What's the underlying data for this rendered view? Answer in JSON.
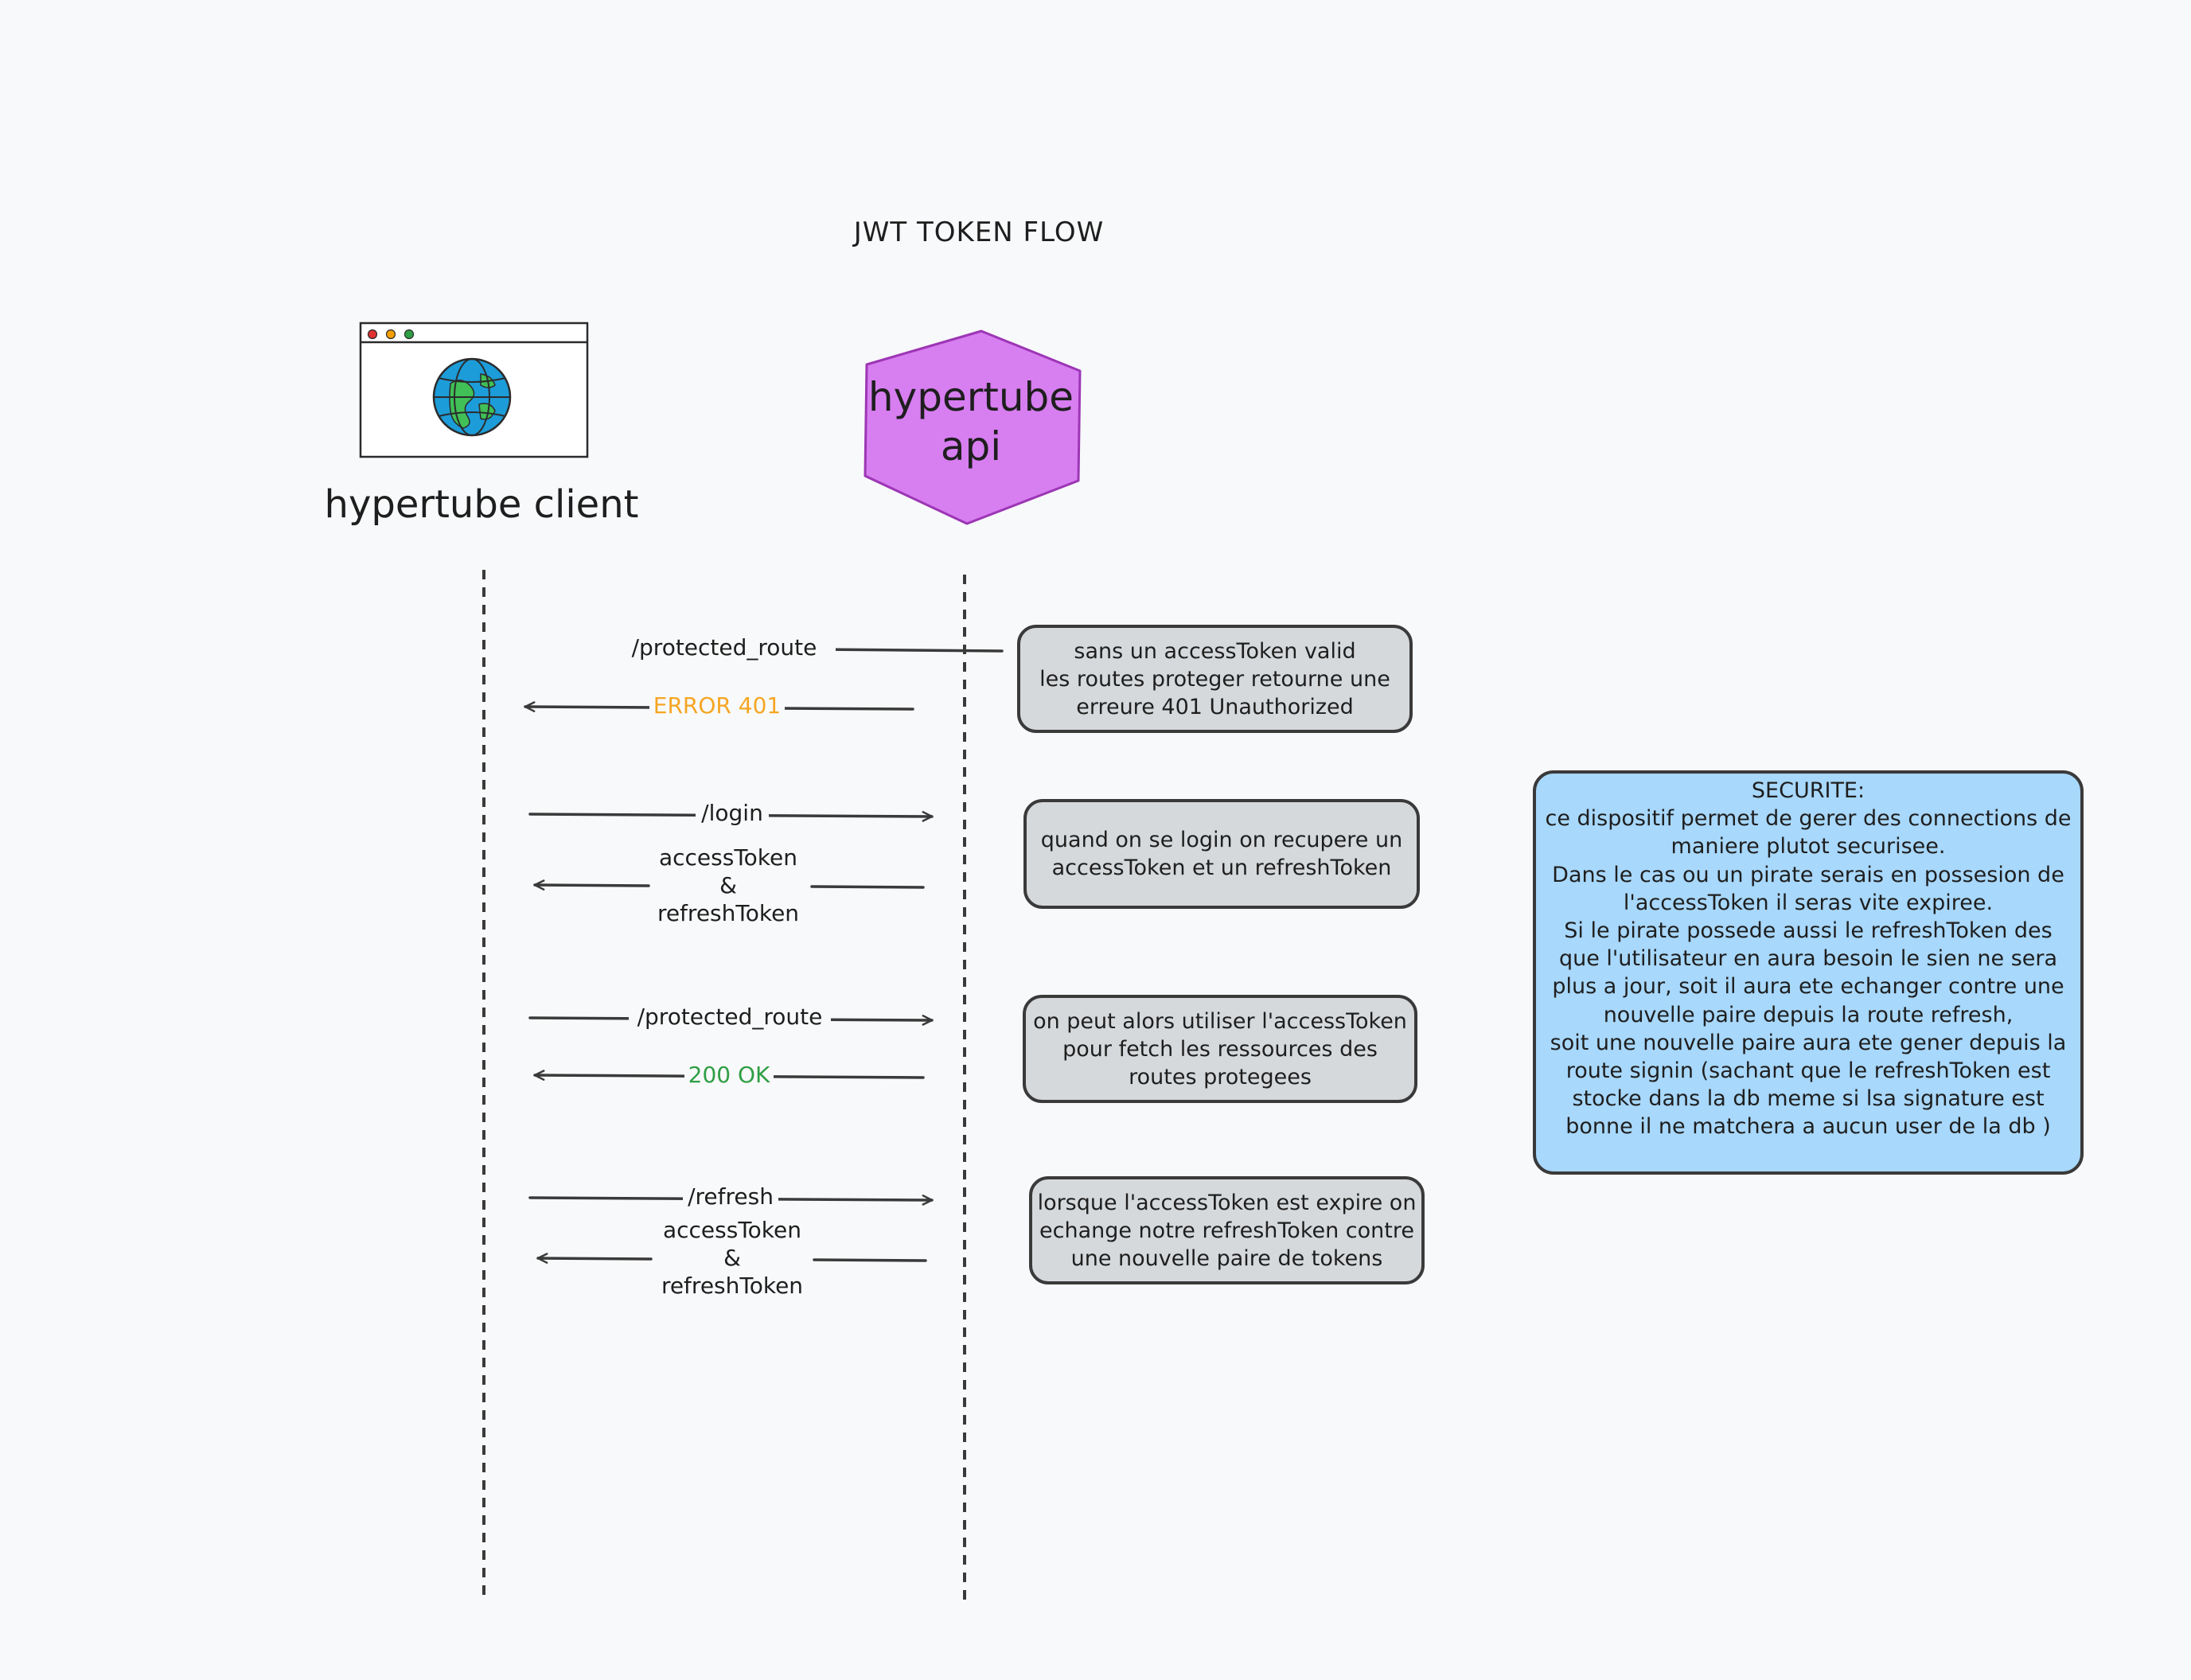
{
  "title": "JWT TOKEN FLOW",
  "actors": {
    "client": {
      "label": "hypertube client",
      "icon": "browser-globe-icon"
    },
    "api": {
      "label_lines": [
        "hypertube",
        "api"
      ],
      "color": "#d77ef0"
    }
  },
  "flows": [
    {
      "request": "/protected_route",
      "response": "ERROR 401",
      "response_color": "#f5a623",
      "note_lines": [
        "sans un accessToken valid",
        "les routes proteger retourne une",
        "erreure 401 Unauthorized"
      ]
    },
    {
      "request": "/login",
      "response_lines": [
        "accessToken",
        "&",
        "refreshToken"
      ],
      "note_lines": [
        "quand on se login on recupere un",
        "accessToken et un refreshToken"
      ]
    },
    {
      "request": "/protected_route",
      "response": "200 OK",
      "response_color": "#2f9e44",
      "note_lines": [
        "on peut alors utiliser l'accessToken",
        "pour fetch les ressources des",
        "routes protegees"
      ]
    },
    {
      "request": "/refresh",
      "response_lines": [
        "accessToken",
        "&",
        "refreshToken"
      ],
      "note_lines": [
        "lorsque l'accessToken est expire on",
        "echange notre refreshToken contre",
        "une nouvelle paire de tokens"
      ]
    }
  ],
  "security_note": {
    "color": "#a8d8fc",
    "lines": [
      "SECURITE:",
      "ce dispositif permet de gerer des connections de",
      "maniere plutot securisee.",
      "Dans le cas ou un pirate serais en possesion de",
      "l'accessToken il seras vite expiree.",
      "Si le pirate possede aussi le refreshToken des",
      "que l'utilisateur en aura besoin le sien ne sera",
      "plus a jour, soit il aura ete echanger contre une",
      "nouvelle paire depuis la route refresh,",
      "soit une nouvelle paire aura ete gener depuis la",
      "route signin (sachant que le refreshToken est",
      "stocke dans la db meme si lsa signature est",
      "bonne il ne matchera a aucun user de la db )"
    ]
  }
}
